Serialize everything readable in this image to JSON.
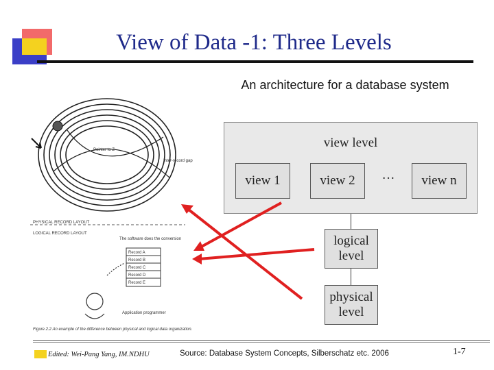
{
  "slide": {
    "title": "View of Data -1: Three Levels",
    "subtitle": "An architecture for a database system",
    "page_number": "1-7"
  },
  "diagram": {
    "top_label": "view level",
    "views": [
      "view 1",
      "view 2",
      "view n"
    ],
    "ellipsis": "···",
    "logical_line1": "logical",
    "logical_line2": "level",
    "physical_line1": "physical",
    "physical_line2": "level"
  },
  "figure": {
    "physical_layout_label": "PHYSICAL RECORD LAYOUT",
    "logical_layout_label": "LOGICAL RECORD LAYOUT",
    "caption": "Figure 2.2 An example of the difference between physical and logical data organization.",
    "records": [
      "Record A",
      "Record B",
      "Record C",
      "Record D",
      "Record E"
    ],
    "pointer_label": "Pointer to Z",
    "intermediate_label": "Inter-record gap",
    "software_label": "The software does the conversion",
    "application_label": "Application programmer"
  },
  "footer": {
    "edited": "Edited: Wei-Pang Yang, IM.NDHU",
    "source": "Source: Database System Concepts, Silberschatz etc. 2006"
  },
  "colors": {
    "title": "#1f2a8a",
    "arrow": "#e02020",
    "deco_red": "#f26a6a",
    "deco_yellow": "#f4d21f",
    "deco_blue": "#3b3fc7",
    "panel_bg": "#e9e9e9"
  }
}
